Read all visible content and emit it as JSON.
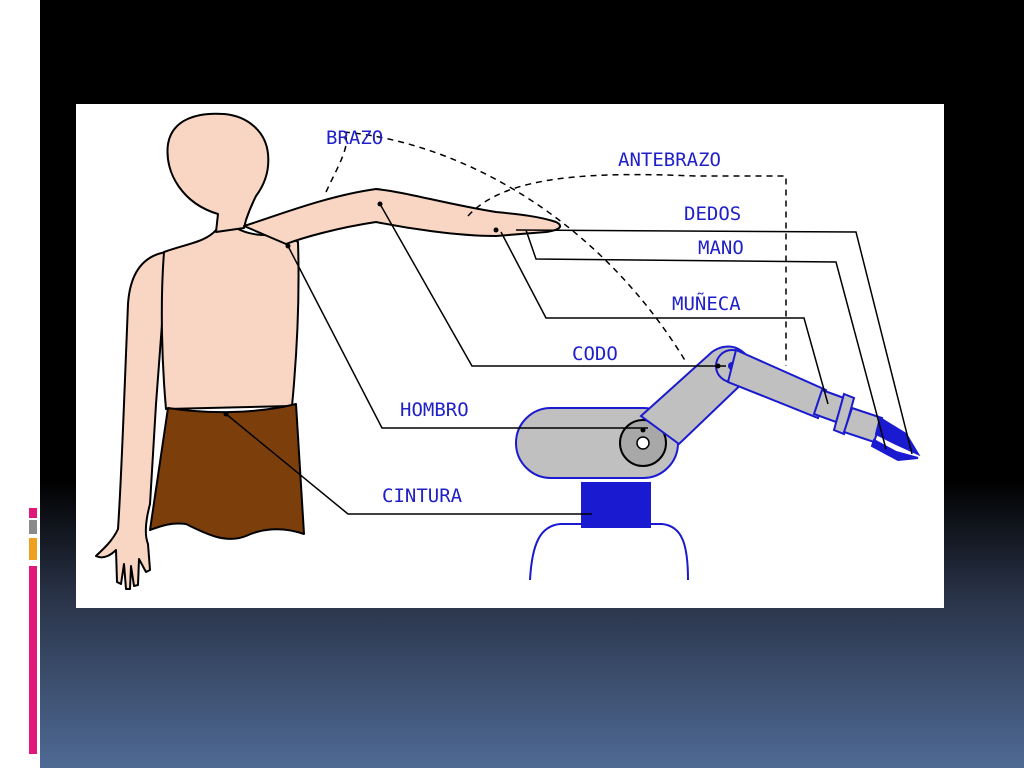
{
  "diagram": {
    "labels": {
      "brazo": "BRAZO",
      "antebrazo": "ANTEBRAZO",
      "dedos": "DEDOS",
      "mano": "MANO",
      "muneca": "MUÑECA",
      "codo": "CODO",
      "hombro": "HOMBRO",
      "cintura": "CINTURA"
    }
  },
  "colors": {
    "label_text": "#2020c8",
    "skin": "#f9d6c3",
    "skirt": "#7c3f0c",
    "robot_gray": "#c0c0c0",
    "robot_blue": "#1a1ad0",
    "accent_pink": "#e0187a",
    "accent_orange": "#f0a020"
  }
}
